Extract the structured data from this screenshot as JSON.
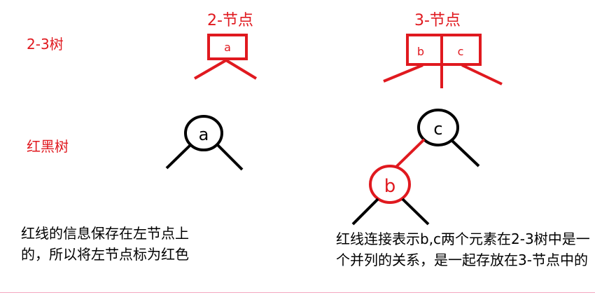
{
  "labels": {
    "row_two_three": "2-3树",
    "row_red_black": "红黑树",
    "two_node_title": "2-节点",
    "three_node_title": "3-节点"
  },
  "nodes": {
    "two_node_key": "a",
    "three_node_left_key": "b",
    "three_node_right_key": "c",
    "rb_single": "a",
    "rb_parent": "c",
    "rb_red_child": "b"
  },
  "notes": {
    "left": "红线的信息保存在左节点上的，所以将左节点标为红色",
    "right": "红线连接表示b,c两个元素在2-3树中是一个并列的关系，是一起存放在3-节点中的"
  },
  "colors": {
    "red": "#e0191f",
    "black": "#000000",
    "rule": "#f4a7c0"
  }
}
